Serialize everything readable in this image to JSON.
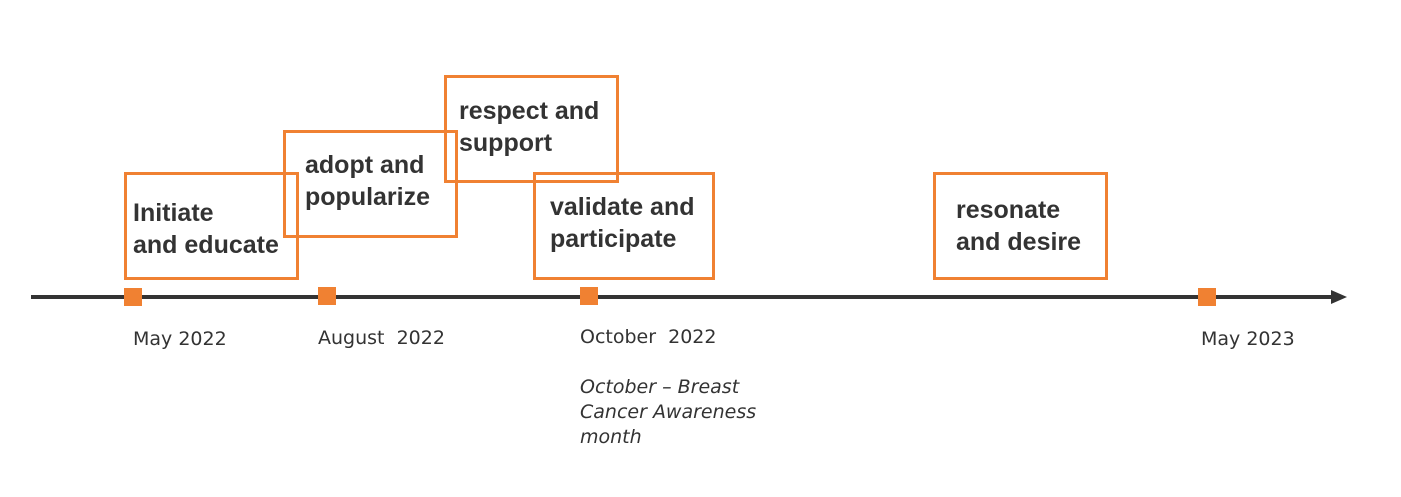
{
  "colors": {
    "accent": "#f08132",
    "line": "#333333",
    "text": "#333333"
  },
  "stages": [
    {
      "label": "Initiate\nand educate"
    },
    {
      "label": "adopt and\npopularize"
    },
    {
      "label": "respect and\nsupport"
    },
    {
      "label": "validate and\nparticipate"
    },
    {
      "label": "resonate\nand desire"
    }
  ],
  "milestones": [
    {
      "date": "May 2022"
    },
    {
      "date": "August  2022"
    },
    {
      "date": "October  2022"
    },
    {
      "date": "May 2023"
    }
  ],
  "note": "October – Breast\nCancer Awareness\nmonth"
}
